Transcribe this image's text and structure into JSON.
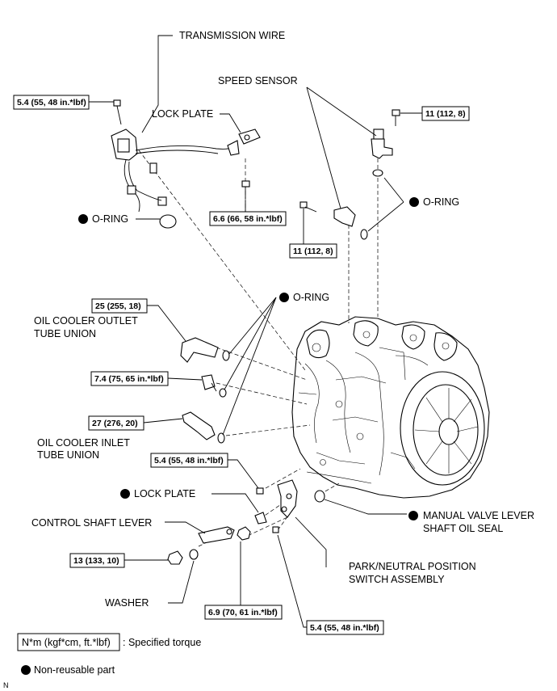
{
  "labels": {
    "transmission_wire": "TRANSMISSION WIRE",
    "speed_sensor": "SPEED SENSOR",
    "lock_plate_top": "LOCK PLATE",
    "o_ring_left": "O-RING",
    "o_ring_right": "O-RING",
    "o_ring_mid": "O-RING",
    "oil_cooler_outlet_1": "OIL COOLER OUTLET",
    "oil_cooler_outlet_2": "TUBE UNION",
    "oil_cooler_inlet_1": "OIL COOLER INLET",
    "oil_cooler_inlet_2": "TUBE UNION",
    "lock_plate_bottom": "LOCK PLATE",
    "control_shaft_lever": "CONTROL SHAFT LEVER",
    "manual_valve_1": "MANUAL VALVE LEVER",
    "manual_valve_2": "SHAFT OIL SEAL",
    "park_neutral_1": "PARK/NEUTRAL POSITION",
    "park_neutral_2": "SWITCH ASSEMBLY",
    "washer": "WASHER"
  },
  "torques": {
    "wire_bolt": "5.4 (55, 48 in.*lbf)",
    "lock_plate_bolt": "6.6 (66, 58 in.*lbf)",
    "speed_sensor_top": "11 (112, 8)",
    "speed_sensor_bottom": "11 (112, 8)",
    "outlet_union": "25 (255, 18)",
    "plug_bolt": "7.4 (75, 65 in.*lbf)",
    "inlet_union": "27 (276, 20)",
    "pnp_bolt_upper": "5.4 (55, 48 in.*lbf)",
    "nut_13": "13 (133, 10)",
    "nut_69": "6.9 (70, 61 in.*lbf)",
    "pnp_bolt_lower": "5.4 (55, 48 in.*lbf)"
  },
  "legend": {
    "torque_box": "N*m (kgf*cm, ft.*lbf)",
    "torque_text": ": Specified torque",
    "non_reusable": "Non-reusable part"
  },
  "corner_mark": "N"
}
